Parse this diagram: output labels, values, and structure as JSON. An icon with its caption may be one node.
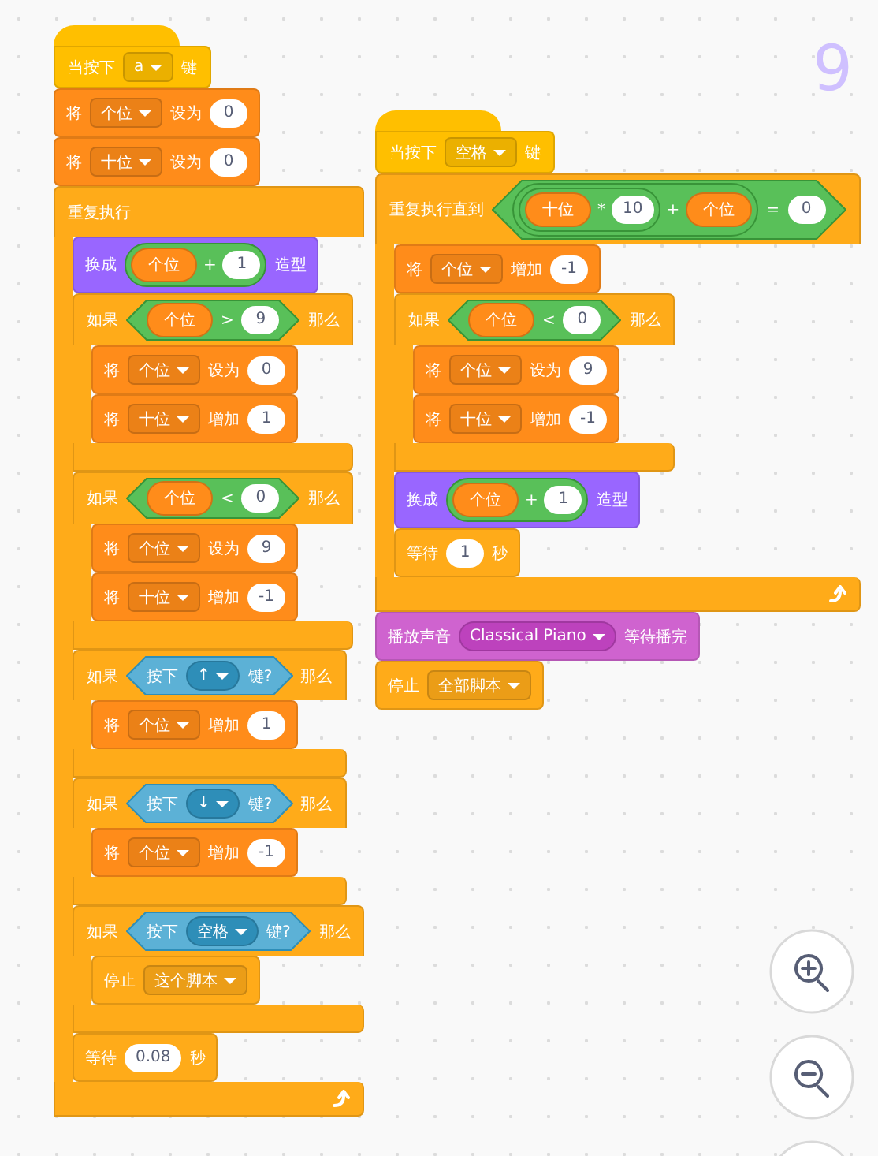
{
  "diagram": {
    "nodes": [
      {
        "text": [
          "当按下",
          "a",
          "键"
        ]
      },
      {
        "text": [
          "将",
          "个位",
          "设为",
          "0"
        ]
      },
      {
        "text": [
          "将",
          "十位",
          "设为",
          "0"
        ]
      },
      {
        "text": [
          "重复执行"
        ]
      },
      {
        "text": [
          "换成",
          "造型"
        ],
        "in": 3
      },
      {
        "text": [
          "+",
          "1"
        ],
        "in": 4
      },
      {
        "text": [
          "个位"
        ],
        "in": 5
      },
      {
        "text": [
          "如果",
          "那么"
        ],
        "in": 3
      },
      {
        "text": [
          ">",
          "9"
        ],
        "in": 7
      },
      {
        "text": [
          "个位"
        ],
        "in": 8
      },
      {
        "text": [
          "将",
          "个位",
          "设为",
          "0"
        ],
        "in": 7
      },
      {
        "text": [
          "将",
          "十位",
          "增加",
          "1"
        ],
        "in": 7
      },
      {
        "text": [
          "如果",
          "那么"
        ],
        "in": 3
      },
      {
        "text": [
          "<",
          "0"
        ],
        "in": 12
      },
      {
        "text": [
          "个位"
        ],
        "in": 13
      },
      {
        "text": [
          "将",
          "个位",
          "设为",
          "9"
        ],
        "in": 12
      },
      {
        "text": [
          "将",
          "十位",
          "增加",
          "-1"
        ],
        "in": 12
      },
      {
        "text": [
          "如果",
          "那么"
        ],
        "in": 3
      },
      {
        "text": [
          "按下",
          "↑",
          "键?"
        ],
        "in": 17
      },
      {
        "text": [
          "将",
          "个位",
          "增加",
          "1"
        ],
        "in": 17
      },
      {
        "text": [
          "如果",
          "那么"
        ],
        "in": 3
      },
      {
        "text": [
          "按下",
          "↓",
          "键?"
        ],
        "in": 20
      },
      {
        "text": [
          "将",
          "个位",
          "增加",
          "-1"
        ],
        "in": 20
      },
      {
        "text": [
          "如果",
          "那么"
        ],
        "in": 3
      },
      {
        "text": [
          "按下",
          "空格",
          "键?"
        ],
        "in": 23
      },
      {
        "text": [
          "停止",
          "这个脚本"
        ],
        "in": 23
      },
      {
        "text": [
          "等待",
          "0.08",
          "秒"
        ],
        "in": 3
      },
      {
        "text": [
          "当按下",
          "空格",
          "键"
        ]
      },
      {
        "text": [
          "重复执行直到"
        ]
      },
      {
        "text": [
          "=",
          "0"
        ],
        "in": 28
      },
      {
        "text": [
          "+"
        ],
        "in": 29
      },
      {
        "text": [
          "*",
          "10"
        ],
        "in": 30
      },
      {
        "text": [
          "十位"
        ],
        "in": 31
      },
      {
        "text": [
          "个位"
        ],
        "in": 30
      },
      {
        "text": [
          "将",
          "个位",
          "增加",
          "-1"
        ],
        "in": 28
      },
      {
        "text": [
          "如果",
          "那么"
        ],
        "in": 28
      },
      {
        "text": [
          "<",
          "0"
        ],
        "in": 35
      },
      {
        "text": [
          "个位"
        ],
        "in": 36
      },
      {
        "text": [
          "将",
          "个位",
          "设为",
          "9"
        ],
        "in": 35
      },
      {
        "text": [
          "将",
          "十位",
          "增加",
          "-1"
        ],
        "in": 35
      },
      {
        "text": [
          "换成",
          "造型"
        ],
        "in": 28
      },
      {
        "text": [
          "+",
          "1"
        ],
        "in": 40
      },
      {
        "text": [
          "个位"
        ],
        "in": 41
      },
      {
        "text": [
          "等待",
          "1",
          "秒"
        ],
        "in": 28
      },
      {
        "text": [
          "播放声音",
          "Classical Piano",
          "等待播完"
        ]
      },
      {
        "text": [
          "停止",
          "全部脚本"
        ]
      }
    ],
    "labels": [
      "9"
    ]
  }
}
